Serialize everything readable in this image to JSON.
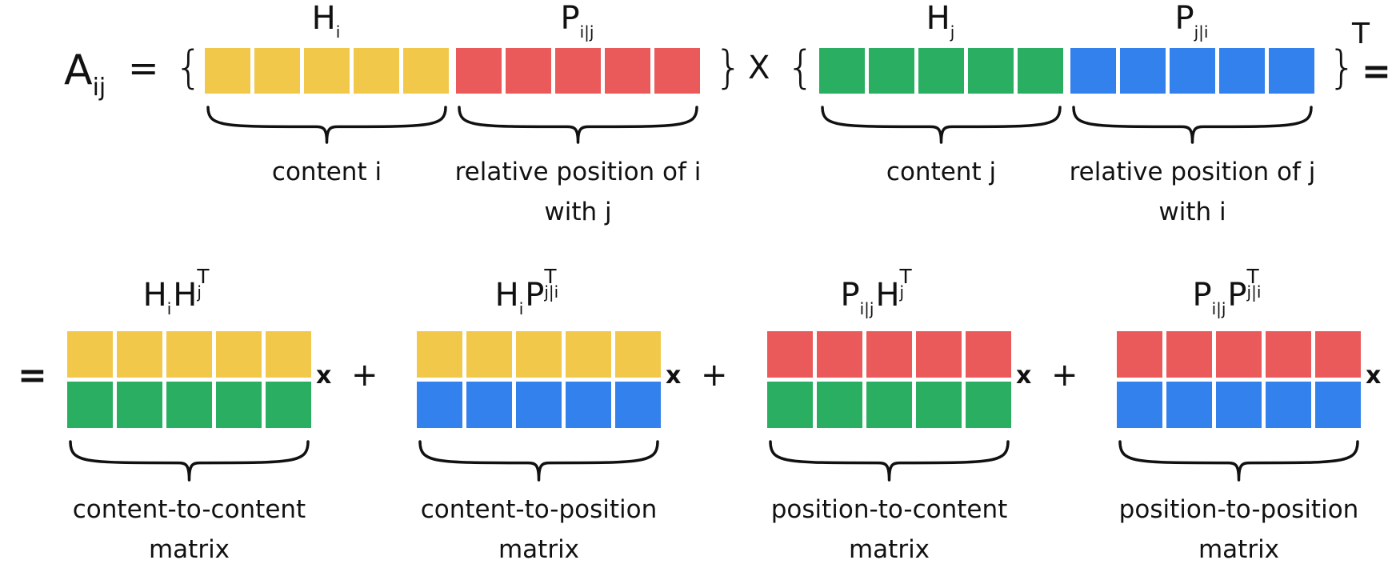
{
  "colors": {
    "content_i": "#F2C84B",
    "position_i_j": "#EB5A5A",
    "content_j": "#2AAE62",
    "position_j_i": "#3381EC"
  },
  "top": {
    "lhs": {
      "base": "A",
      "sub": "ij"
    },
    "equals": "=",
    "open_brace": "{",
    "close_brace": "}",
    "times": "X",
    "transpose": "T",
    "trailing_equals": "=",
    "groups": [
      {
        "id": "Hi",
        "base": "H",
        "sub": "i",
        "color_key": "content_i",
        "cells": 5,
        "caption_lines": [
          "content i"
        ]
      },
      {
        "id": "Pij",
        "base": "P",
        "sub": "i|j",
        "color_key": "position_i_j",
        "cells": 5,
        "caption_lines": [
          "relative position of i",
          "with j"
        ]
      },
      {
        "id": "Hj",
        "base": "H",
        "sub": "j",
        "color_key": "content_j",
        "cells": 5,
        "caption_lines": [
          "content j"
        ]
      },
      {
        "id": "Pji",
        "base": "P",
        "sub": "j|i",
        "color_key": "position_j_i",
        "cells": 5,
        "caption_lines": [
          "relative position of j",
          "with i"
        ]
      }
    ]
  },
  "bottom": {
    "leading_equals": "=",
    "plus": "+",
    "times": "x",
    "terms": [
      {
        "label": [
          {
            "b": "H",
            "s": "i"
          },
          {
            "b": "H",
            "s": "j",
            "t": "T"
          }
        ],
        "top_color": "content_i",
        "bottom_color": "content_j",
        "caption_lines": [
          "content-to-content",
          "matrix"
        ]
      },
      {
        "label": [
          {
            "b": "H",
            "s": "i"
          },
          {
            "b": "P",
            "s": "j|i",
            "t": "T"
          }
        ],
        "top_color": "content_i",
        "bottom_color": "position_j_i",
        "caption_lines": [
          "content-to-position",
          "matrix"
        ]
      },
      {
        "label": [
          {
            "b": "P",
            "s": "i|j"
          },
          {
            "b": "H",
            "s": "j",
            "t": "T"
          }
        ],
        "top_color": "position_i_j",
        "bottom_color": "content_j",
        "caption_lines": [
          "position-to-content",
          "matrix"
        ]
      },
      {
        "label": [
          {
            "b": "P",
            "s": "i|j"
          },
          {
            "b": "P",
            "s": "j|i",
            "t": "T"
          }
        ],
        "top_color": "position_i_j",
        "bottom_color": "position_j_i",
        "caption_lines": [
          "position-to-position",
          "matrix"
        ]
      }
    ]
  }
}
